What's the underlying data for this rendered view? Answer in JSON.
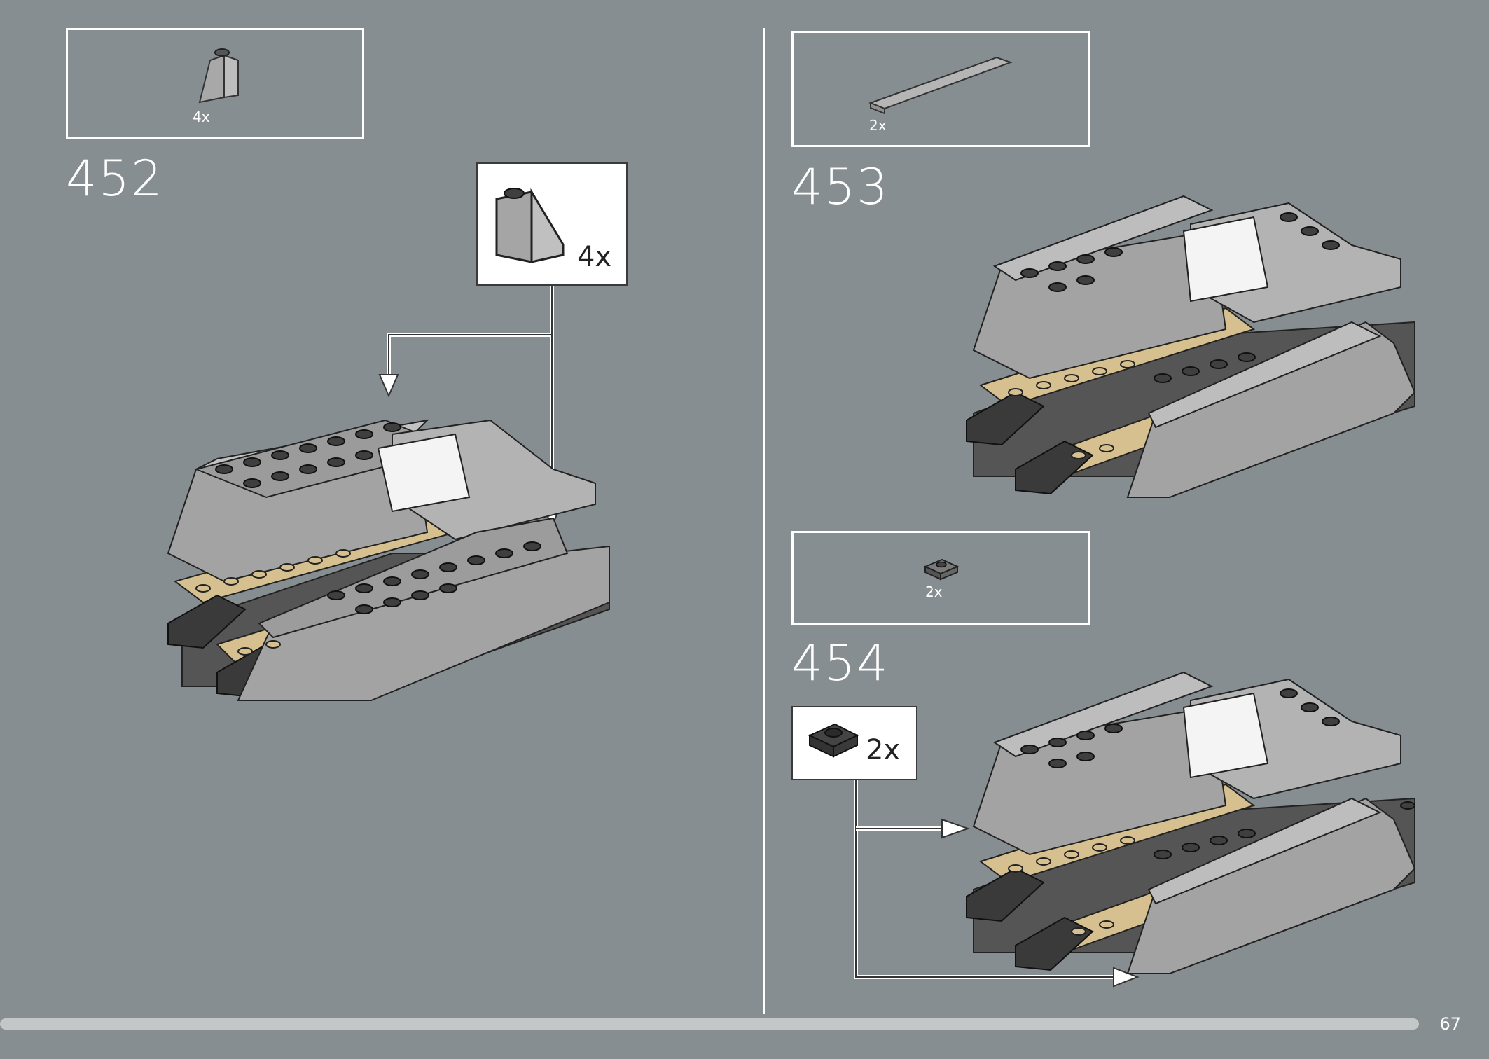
{
  "steps": [
    {
      "number": "452",
      "parts_qty": "4x",
      "callout_qty": "4x",
      "part_icon": "slope-brick-icon"
    },
    {
      "number": "453",
      "parts_qty": "2x",
      "part_icon": "long-tile-icon"
    },
    {
      "number": "454",
      "parts_qty": "2x",
      "callout_qty": "2x",
      "part_icon": "plate-1x1-icon"
    }
  ],
  "page_number": "67",
  "colors": {
    "background": "#878e91",
    "light_gray": "#a3a3a3",
    "dark_gray": "#3f3f3f",
    "tan": "#d6c08f",
    "white": "#ffffff"
  }
}
